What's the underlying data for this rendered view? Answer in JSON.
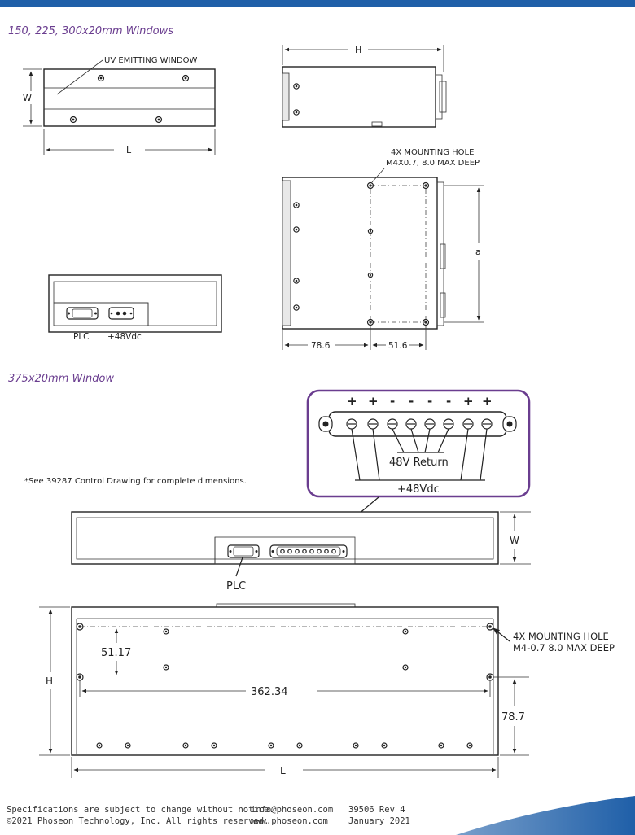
{
  "sections": {
    "top_title": "150, 225, 300x20mm Windows",
    "bottom_title": "375x20mm Window"
  },
  "labels": {
    "uv_window": "UV EMITTING WINDOW",
    "w": "W",
    "l": "L",
    "h": "H",
    "a": "a",
    "mount_top_1": "4X MOUNTING HOLE",
    "mount_top_2": "M4X0.7, 8.0 MAX DEEP",
    "dim_786": "78.6",
    "dim_516": "51.6",
    "plc": "PLC",
    "v48": "+48Vdc",
    "see_note": "*See 39287 Control Drawing for complete dimensions.",
    "pins": [
      "+",
      "+",
      "-",
      "-",
      "-",
      "-",
      "+",
      "+"
    ],
    "return_48v": "48V Return",
    "plus48": "+48Vdc",
    "mount_bot_1": "4X MOUNTING HOLE",
    "mount_bot_2": "M4-0.7 8.0 MAX DEEP",
    "dim_5117": "51.17",
    "dim_36234": "362.34",
    "dim_787": "78.7"
  },
  "footer": {
    "line1": "Specifications are subject to change without notice.",
    "line2": "©2021 Phoseon Technology, Inc. All rights reserved.",
    "email": "info@phoseon.com",
    "web": "www.phoseon.com",
    "doc": "39506 Rev 4",
    "date": "January 2021"
  },
  "colors": {
    "top_bar": "#1f5fa8",
    "section_title": "#6a3d8f",
    "callout_border": "#6a3d8f",
    "corner_swoosh": "#1f5fa8"
  }
}
